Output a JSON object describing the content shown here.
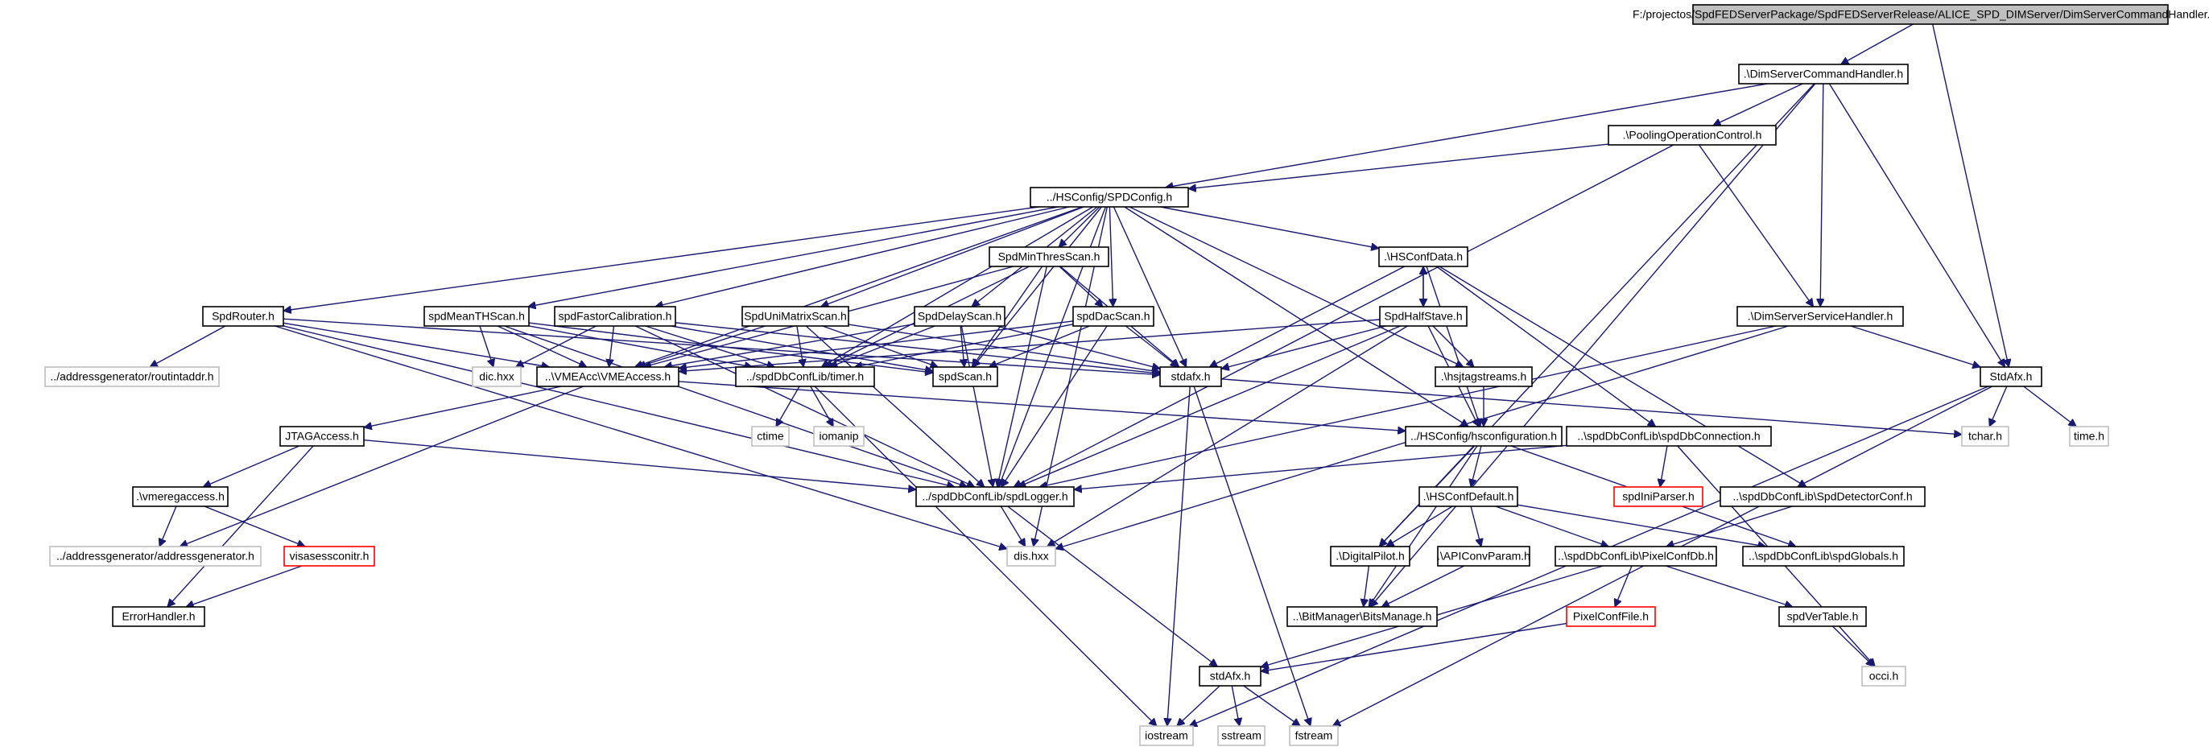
{
  "nodes": [
    {
      "id": "root",
      "label": "F:/projectos/SpdFEDServerPackage/SpdFEDServerRelease/ALICE_SPD_DIMServer/DimServerCommandHandler.cpp",
      "kind": "root"
    },
    {
      "id": "dsch",
      "label": ".\\DimServerCommandHandler.h",
      "kind": "normal"
    },
    {
      "id": "poc",
      "label": ".\\PoolingOperationControl.h",
      "kind": "normal"
    },
    {
      "id": "spdconfig",
      "label": "../HSConfig/SPDConfig.h",
      "kind": "normal"
    },
    {
      "id": "spdminthres",
      "label": "SpdMinThresScan.h",
      "kind": "normal"
    },
    {
      "id": "hsconfdata",
      "label": ".\\HSConfData.h",
      "kind": "normal"
    },
    {
      "id": "spdhalfstave",
      "label": "SpdHalfStave.h",
      "kind": "normal"
    },
    {
      "id": "spdrouter",
      "label": "SpdRouter.h",
      "kind": "normal"
    },
    {
      "id": "spdmeanth",
      "label": "spdMeanTHScan.h",
      "kind": "normal"
    },
    {
      "id": "spdfastor",
      "label": "spdFastorCalibration.h",
      "kind": "normal"
    },
    {
      "id": "spdunimatrix",
      "label": "SpdUniMatrixScan.h",
      "kind": "normal"
    },
    {
      "id": "spddelay",
      "label": "SpdDelayScan.h",
      "kind": "normal"
    },
    {
      "id": "spddac",
      "label": "spdDacScan.h",
      "kind": "normal"
    },
    {
      "id": "dssh",
      "label": ".\\DimServerServiceHandler.h",
      "kind": "normal"
    },
    {
      "id": "stdafx_big",
      "label": "StdAfx.h",
      "kind": "normal"
    },
    {
      "id": "routintaddr",
      "label": "../addressgenerator/routintaddr.h",
      "kind": "gray"
    },
    {
      "id": "dichxx",
      "label": "dic.hxx",
      "kind": "gray"
    },
    {
      "id": "vmeaccess",
      "label": "..\\VMEAcc\\VMEAccess.h",
      "kind": "normal"
    },
    {
      "id": "timer",
      "label": "../spdDbConfLib/timer.h",
      "kind": "normal"
    },
    {
      "id": "spdscan",
      "label": "spdScan.h",
      "kind": "normal"
    },
    {
      "id": "stdafx_lower",
      "label": "stdafx.h",
      "kind": "normal"
    },
    {
      "id": "hsjtag",
      "label": ".\\hsjtagstreams.h",
      "kind": "normal"
    },
    {
      "id": "tcharh",
      "label": "tchar.h",
      "kind": "gray"
    },
    {
      "id": "timeh",
      "label": "time.h",
      "kind": "gray"
    },
    {
      "id": "jtagaccess",
      "label": "JTAGAccess.h",
      "kind": "normal"
    },
    {
      "id": "ctime",
      "label": "ctime",
      "kind": "gray"
    },
    {
      "id": "iomanip",
      "label": "iomanip",
      "kind": "gray"
    },
    {
      "id": "hsconfiguration",
      "label": "../HSConfig/hsconfiguration.h",
      "kind": "normal"
    },
    {
      "id": "spddbconnection",
      "label": "..\\spdDbConfLib\\spdDbConnection.h",
      "kind": "normal"
    },
    {
      "id": "vmeregaccess",
      "label": ".\\vmeregaccess.h",
      "kind": "normal"
    },
    {
      "id": "spdlogger",
      "label": "../spdDbConfLib/spdLogger.h",
      "kind": "normal"
    },
    {
      "id": "hsconfdefault",
      "label": ".\\HSConfDefault.h",
      "kind": "normal"
    },
    {
      "id": "spdiniparser",
      "label": "spdIniParser.h",
      "kind": "red"
    },
    {
      "id": "spddetectorconf",
      "label": "..\\spdDbConfLib\\SpdDetectorConf.h",
      "kind": "normal"
    },
    {
      "id": "addressgenerator",
      "label": "../addressgenerator/addressgenerator.h",
      "kind": "gray"
    },
    {
      "id": "visasesscontr",
      "label": "visasessconitr.h",
      "kind": "red"
    },
    {
      "id": "dishxx",
      "label": "dis.hxx",
      "kind": "gray"
    },
    {
      "id": "digitalpilot",
      "label": ".\\DigitalPilot.h",
      "kind": "normal"
    },
    {
      "id": "apiconvparam",
      "label": ".\\APIConvParam.h",
      "kind": "normal"
    },
    {
      "id": "pixelconfdb",
      "label": "..\\spdDbConfLib\\PixelConfDb.h",
      "kind": "normal"
    },
    {
      "id": "spdglobals",
      "label": "..\\spdDbConfLib\\spdGlobals.h",
      "kind": "normal"
    },
    {
      "id": "errorhandler",
      "label": "ErrorHandler.h",
      "kind": "normal"
    },
    {
      "id": "bitsmanage",
      "label": "..\\BitManager\\BitsManage.h",
      "kind": "normal"
    },
    {
      "id": "pixelconffile",
      "label": "PixelConfFile.h",
      "kind": "red"
    },
    {
      "id": "spdvertable",
      "label": "spdVerTable.h",
      "kind": "normal"
    },
    {
      "id": "stdafx_bottom",
      "label": "stdAfx.h",
      "kind": "normal"
    },
    {
      "id": "occih",
      "label": "occi.h",
      "kind": "gray"
    },
    {
      "id": "iostream",
      "label": "iostream",
      "kind": "gray"
    },
    {
      "id": "sstream",
      "label": "sstream",
      "kind": "gray"
    },
    {
      "id": "fstream",
      "label": "fstream",
      "kind": "gray"
    }
  ],
  "edges": [
    [
      "root",
      "dsch"
    ],
    [
      "root",
      "stdafx_big"
    ],
    [
      "dsch",
      "poc"
    ],
    [
      "dsch",
      "spdconfig"
    ],
    [
      "dsch",
      "dssh"
    ],
    [
      "dsch",
      "stdafx_big"
    ],
    [
      "dsch",
      "bitsmanage"
    ],
    [
      "dsch",
      "digitalpilot"
    ],
    [
      "poc",
      "spdconfig"
    ],
    [
      "poc",
      "dssh"
    ],
    [
      "poc",
      "spdlogger"
    ],
    [
      "spdconfig",
      "spdrouter"
    ],
    [
      "spdconfig",
      "spdmeanth"
    ],
    [
      "spdconfig",
      "spdfastor"
    ],
    [
      "spdconfig",
      "spdminthres"
    ],
    [
      "spdconfig",
      "spdunimatrix"
    ],
    [
      "spdconfig",
      "spddelay"
    ],
    [
      "spdconfig",
      "spddac"
    ],
    [
      "spdconfig",
      "hsconfdata"
    ],
    [
      "spdconfig",
      "hsjtag"
    ],
    [
      "spdconfig",
      "hsconfiguration"
    ],
    [
      "spdconfig",
      "stdafx_lower"
    ],
    [
      "spdconfig",
      "vmeaccess"
    ],
    [
      "spdconfig",
      "timer"
    ],
    [
      "spdconfig",
      "spdscan"
    ],
    [
      "spdconfig",
      "spdlogger"
    ],
    [
      "spdconfig",
      "dishxx"
    ],
    [
      "spdminthres",
      "spdscan"
    ],
    [
      "spdminthres",
      "timer"
    ],
    [
      "spdminthres",
      "spdlogger"
    ],
    [
      "spdminthres",
      "vmeaccess"
    ],
    [
      "spdminthres",
      "stdafx_lower"
    ],
    [
      "spdminthres",
      "spddac"
    ],
    [
      "hsconfdata",
      "spdhalfstave"
    ],
    [
      "hsconfdata",
      "spddbconnection"
    ],
    [
      "hsconfdata",
      "spddetectorconf"
    ],
    [
      "hsconfdata",
      "stdafx_lower"
    ],
    [
      "hsconfdata",
      "hsconfiguration"
    ],
    [
      "spdhalfstave",
      "hsconfdata"
    ],
    [
      "spdhalfstave",
      "hsjtag"
    ],
    [
      "spdhalfstave",
      "vmeaccess"
    ],
    [
      "spdhalfstave",
      "stdafx_lower"
    ],
    [
      "spdhalfstave",
      "spdlogger"
    ],
    [
      "spdhalfstave",
      "dishxx"
    ],
    [
      "spdhalfstave",
      "hsconfiguration"
    ],
    [
      "spdrouter",
      "routintaddr"
    ],
    [
      "spdrouter",
      "vmeaccess"
    ],
    [
      "spdrouter",
      "spdlogger"
    ],
    [
      "spdrouter",
      "stdafx_lower"
    ],
    [
      "spdrouter",
      "dishxx"
    ],
    [
      "spdmeanth",
      "dichxx"
    ],
    [
      "spdmeanth",
      "vmeaccess"
    ],
    [
      "spdmeanth",
      "timer"
    ],
    [
      "spdmeanth",
      "spdscan"
    ],
    [
      "spdmeanth",
      "spdlogger"
    ],
    [
      "spdfastor",
      "dichxx"
    ],
    [
      "spdfastor",
      "vmeaccess"
    ],
    [
      "spdfastor",
      "timer"
    ],
    [
      "spdfastor",
      "spdscan"
    ],
    [
      "spdfastor",
      "stdafx_lower"
    ],
    [
      "spdfastor",
      "spdlogger"
    ],
    [
      "spdunimatrix",
      "vmeaccess"
    ],
    [
      "spdunimatrix",
      "timer"
    ],
    [
      "spdunimatrix",
      "spdscan"
    ],
    [
      "spdunimatrix",
      "stdafx_lower"
    ],
    [
      "spdunimatrix",
      "spdlogger"
    ],
    [
      "spddelay",
      "vmeaccess"
    ],
    [
      "spddelay",
      "timer"
    ],
    [
      "spddelay",
      "spdscan"
    ],
    [
      "spddelay",
      "stdafx_lower"
    ],
    [
      "spddelay",
      "spdlogger"
    ],
    [
      "spddac",
      "vmeaccess"
    ],
    [
      "spddac",
      "timer"
    ],
    [
      "spddac",
      "spdscan"
    ],
    [
      "spddac",
      "stdafx_lower"
    ],
    [
      "spddac",
      "spdlogger"
    ],
    [
      "dssh",
      "stdafx_big"
    ],
    [
      "dssh",
      "spdlogger"
    ],
    [
      "dssh",
      "dishxx"
    ],
    [
      "stdafx_big",
      "tcharh"
    ],
    [
      "stdafx_big",
      "timeh"
    ],
    [
      "stdafx_big",
      "iostream"
    ],
    [
      "stdafx_big",
      "fstream"
    ],
    [
      "vmeaccess",
      "jtagaccess"
    ],
    [
      "vmeaccess",
      "addressgenerator"
    ],
    [
      "vmeaccess",
      "hsconfiguration"
    ],
    [
      "timer",
      "ctime"
    ],
    [
      "timer",
      "iomanip"
    ],
    [
      "timer",
      "iostream"
    ],
    [
      "stdafx_lower",
      "tcharh"
    ],
    [
      "stdafx_lower",
      "iostream"
    ],
    [
      "stdafx_lower",
      "fstream"
    ],
    [
      "hsjtag",
      "hsconfiguration"
    ],
    [
      "jtagaccess",
      "vmeregaccess"
    ],
    [
      "jtagaccess",
      "spdlogger"
    ],
    [
      "jtagaccess",
      "errorhandler"
    ],
    [
      "vmeregaccess",
      "addressgenerator"
    ],
    [
      "vmeregaccess",
      "visasesscontr"
    ],
    [
      "visasesscontr",
      "errorhandler"
    ],
    [
      "hsconfiguration",
      "hsconfdefault"
    ],
    [
      "hsconfiguration",
      "digitalpilot"
    ],
    [
      "hsconfiguration",
      "bitsmanage"
    ],
    [
      "hsconfiguration",
      "spdglobals"
    ],
    [
      "spddbconnection",
      "spdlogger"
    ],
    [
      "spddbconnection",
      "spdiniparser"
    ],
    [
      "spddbconnection",
      "occih"
    ],
    [
      "spddetectorconf",
      "pixelconfdb"
    ],
    [
      "spdlogger",
      "dishxx"
    ],
    [
      "spdlogger",
      "stdafx_bottom"
    ],
    [
      "hsconfdefault",
      "digitalpilot"
    ],
    [
      "hsconfdefault",
      "apiconvparam"
    ],
    [
      "hsconfdefault",
      "pixelconfdb"
    ],
    [
      "hsconfdefault",
      "spdglobals"
    ],
    [
      "digitalpilot",
      "bitsmanage"
    ],
    [
      "apiconvparam",
      "bitsmanage"
    ],
    [
      "pixelconfdb",
      "pixelconffile"
    ],
    [
      "pixelconfdb",
      "spdvertable"
    ],
    [
      "pixelconfdb",
      "stdafx_bottom"
    ],
    [
      "pixelconffile",
      "stdafx_bottom"
    ],
    [
      "spdvertable",
      "occih"
    ],
    [
      "stdafx_bottom",
      "iostream"
    ],
    [
      "stdafx_bottom",
      "sstream"
    ],
    [
      "stdafx_bottom",
      "fstream"
    ]
  ]
}
